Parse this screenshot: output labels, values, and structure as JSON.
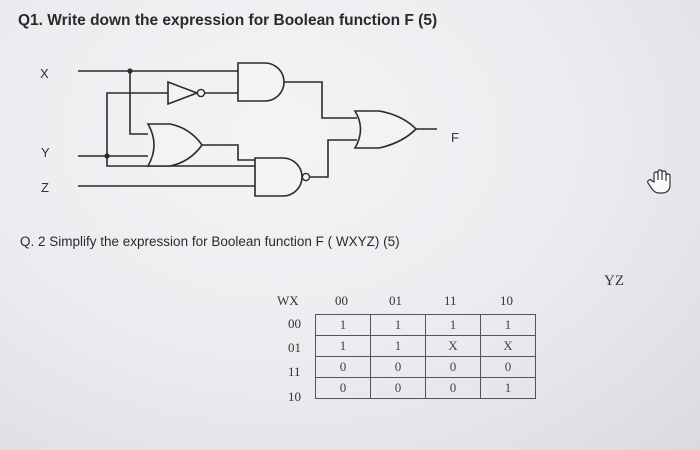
{
  "q1": {
    "title": "Q1. Write down the expression for Boolean function F (5)"
  },
  "circuit": {
    "inputs": [
      "X",
      "Y",
      "Z"
    ],
    "output": "F"
  },
  "q2": {
    "title": "Q. 2 Simplify the expression for Boolean function F ( WXYZ) (5)"
  },
  "kmap": {
    "row_var": "WX",
    "col_var": "YZ",
    "col_headers": [
      "00",
      "01",
      "11",
      "10"
    ],
    "rows": [
      {
        "label": "00",
        "cells": [
          "1",
          "1",
          "1",
          "1"
        ]
      },
      {
        "label": "01",
        "cells": [
          "1",
          "1",
          "X",
          "X"
        ]
      },
      {
        "label": "11",
        "cells": [
          "0",
          "0",
          "0",
          "0"
        ]
      },
      {
        "label": "10",
        "cells": [
          "0",
          "0",
          "0",
          "1"
        ]
      }
    ]
  },
  "icons": {
    "cursor": "hand-pointer-icon"
  }
}
